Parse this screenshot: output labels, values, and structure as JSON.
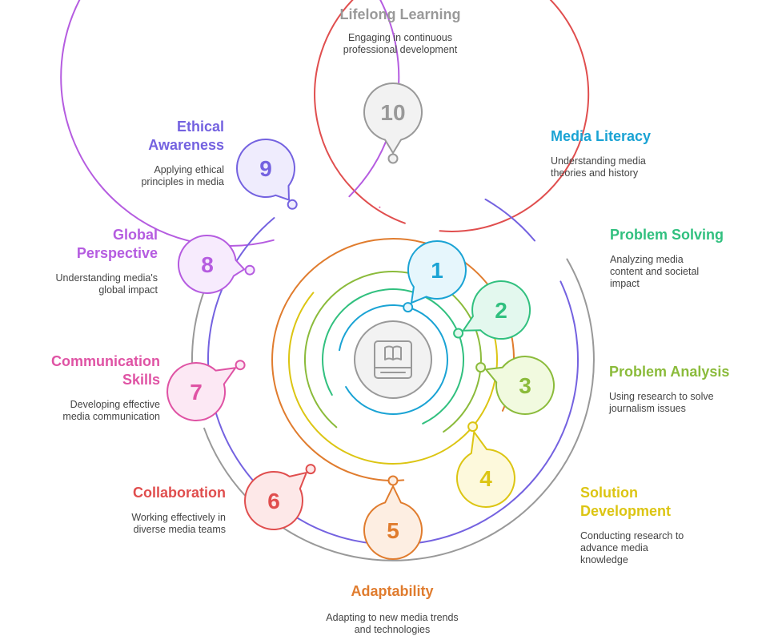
{
  "center": {
    "icon": "book-icon"
  },
  "steps": [
    {
      "number": "1",
      "title": "Media Literacy",
      "description": "Understanding media theories and history",
      "color": "#1aa3d4",
      "fill": "#e6f6fc"
    },
    {
      "number": "2",
      "title": "Problem Solving",
      "description": "Analyzing media content and societal impact",
      "color": "#31c07f",
      "fill": "#e3f8ee"
    },
    {
      "number": "3",
      "title": "Problem Analysis",
      "description": "Using research to solve journalism issues",
      "color": "#8bbb3b",
      "fill": "#f1fadf"
    },
    {
      "number": "4",
      "title": "Solution Development",
      "description": "Conducting research to advance media knowledge",
      "color": "#dcc513",
      "fill": "#fdf9dc"
    },
    {
      "number": "5",
      "title": "Adaptability",
      "description": "Adapting to new media trends and technologies",
      "color": "#e07c2e",
      "fill": "#fdeee2"
    },
    {
      "number": "6",
      "title": "Collaboration",
      "description": "Working effectively in diverse media teams",
      "color": "#e04e4e",
      "fill": "#fde8e8"
    },
    {
      "number": "7",
      "title": "Communication Skills",
      "description": "Developing effective media communication",
      "color": "#df53a4",
      "fill": "#fce8f4"
    },
    {
      "number": "8",
      "title": "Global Perspective",
      "description": "Understanding media's global impact",
      "color": "#b55ce0",
      "fill": "#f7ebfd"
    },
    {
      "number": "9",
      "title": "Ethical Awareness",
      "description": "Applying ethical principles in media",
      "color": "#7462e0",
      "fill": "#efecfd"
    },
    {
      "number": "10",
      "title": "Lifelong Learning",
      "description": "Engaging in continuous professional development",
      "color": "#999999",
      "fill": "#f2f2f2"
    }
  ]
}
